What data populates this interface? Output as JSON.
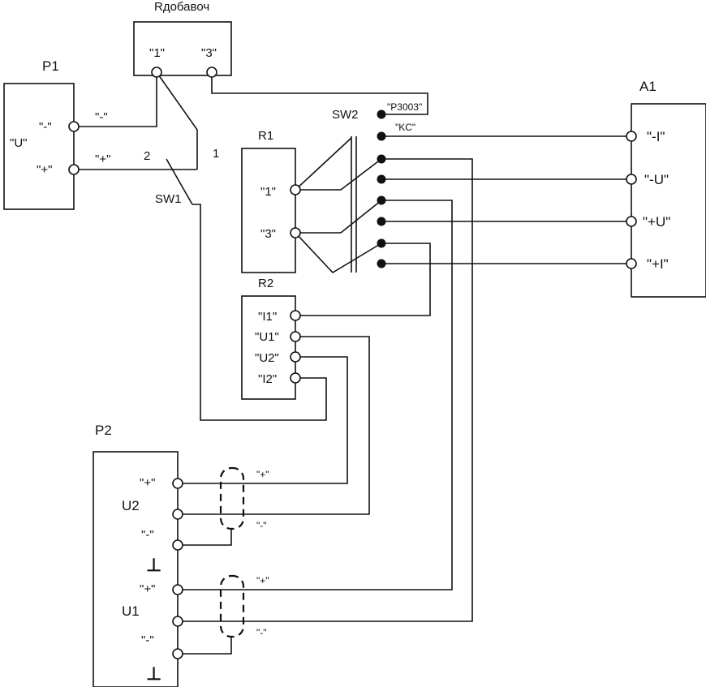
{
  "rdob": {
    "title": "Rдобавоч",
    "t1": "\"1\"",
    "t3": "\"3\""
  },
  "p1": {
    "name": "P1",
    "u": "\"U\"",
    "minus": "\"-\"",
    "plus": "\"+\"",
    "wire_minus": "\"-\"",
    "wire_plus": "\"+\""
  },
  "sw1": {
    "name": "SW1",
    "pos1": "1",
    "pos2": "2"
  },
  "r1": {
    "name": "R1",
    "t1": "\"1\"",
    "t3": "\"3\""
  },
  "sw2": {
    "name": "SW2",
    "opt_a": "\"P3003\"",
    "opt_b": "\"KC\""
  },
  "a1": {
    "name": "A1",
    "t_minus_i": "\"-I\"",
    "t_minus_u": "\"-U\"",
    "t_plus_u": "\"+U\"",
    "t_plus_i": "\"+I\""
  },
  "r2": {
    "name": "R2",
    "i1": "\"I1\"",
    "u1": "\"U1\"",
    "u2": "\"U2\"",
    "i2": "\"I2\""
  },
  "p2": {
    "name": "P2",
    "u2": "U2",
    "u2_plus": "\"+\"",
    "u2_minus": "\"-\"",
    "gnd1": "⊥",
    "u1": "U1",
    "u1_plus": "\"+\"",
    "u1_minus": "\"-\"",
    "gnd2": "⊥",
    "w_u2_plus": "\"+\"",
    "w_u2_minus": "\"-\"",
    "w_u1_plus": "\"+\"",
    "w_u1_minus": "\"-\""
  }
}
